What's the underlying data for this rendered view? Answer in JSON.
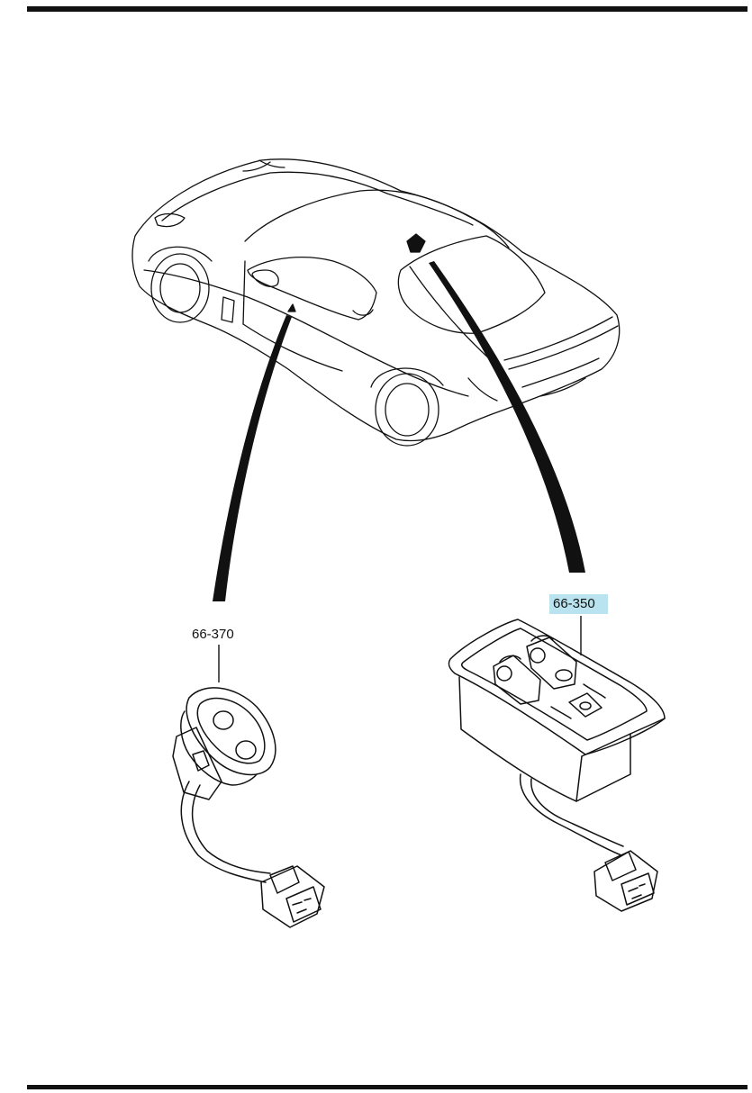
{
  "parts": [
    {
      "id": "66-370",
      "label": "66-370",
      "highlighted": false
    },
    {
      "id": "66-350",
      "label": "66-350",
      "highlighted": true
    }
  ],
  "colors": {
    "line": "#111111",
    "background": "#ffffff",
    "highlight": "#b9e3ee"
  }
}
